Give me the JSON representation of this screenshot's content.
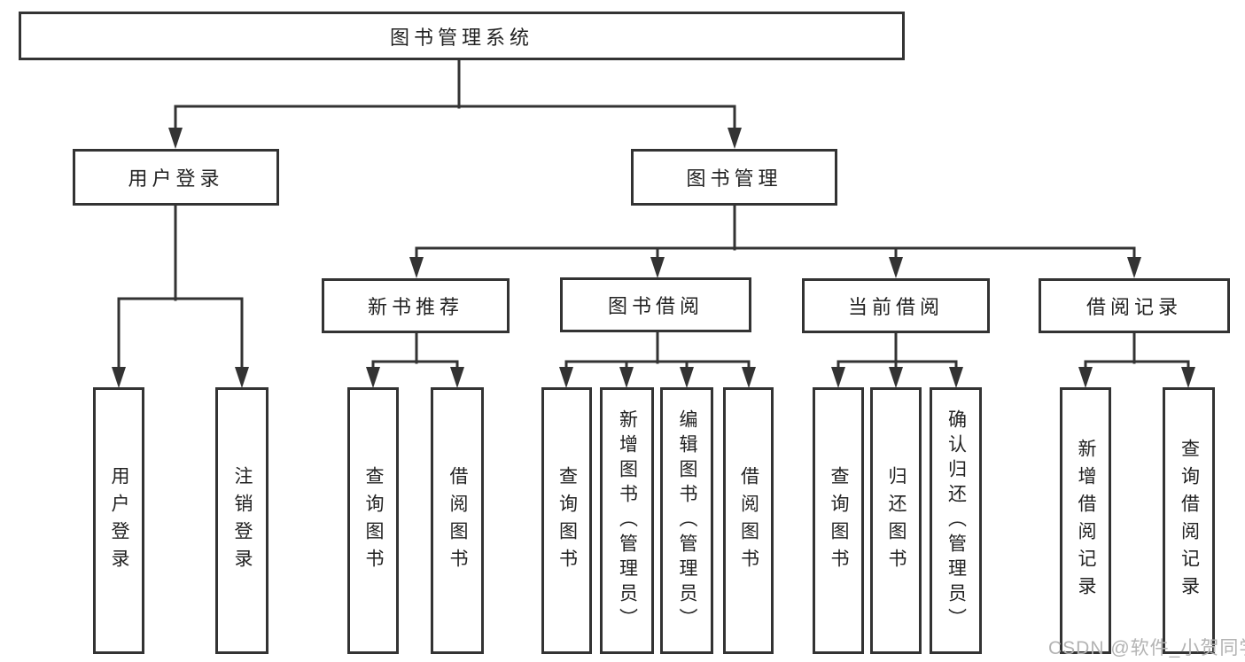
{
  "diagram": {
    "type": "hierarchy-tree",
    "root": {
      "label": "图书管理系统"
    },
    "branches": [
      {
        "label": "用户登录",
        "children": [
          {
            "label": "用户登录"
          },
          {
            "label": "注销登录"
          }
        ]
      },
      {
        "label": "图书管理",
        "children": [
          {
            "label": "新书推荐",
            "children": [
              {
                "label": "查询图书"
              },
              {
                "label": "借阅图书"
              }
            ]
          },
          {
            "label": "图书借阅",
            "children": [
              {
                "label": "查询图书"
              },
              {
                "label": "新增图书（管理员）"
              },
              {
                "label": "编辑图书（管理员）"
              },
              {
                "label": "借阅图书"
              }
            ]
          },
          {
            "label": "当前借阅",
            "children": [
              {
                "label": "查询图书"
              },
              {
                "label": "归还图书"
              },
              {
                "label": "确认归还（管理员）"
              }
            ]
          },
          {
            "label": "借阅记录",
            "children": [
              {
                "label": "新增借阅记录"
              },
              {
                "label": "查询借阅记录"
              }
            ]
          }
        ]
      }
    ]
  },
  "watermark": {
    "text": "CSDN @软件_小贺同学"
  },
  "colors": {
    "line": "#333333",
    "text": "#222222",
    "background": "#ffffff",
    "watermark": "#b3b3b3"
  }
}
